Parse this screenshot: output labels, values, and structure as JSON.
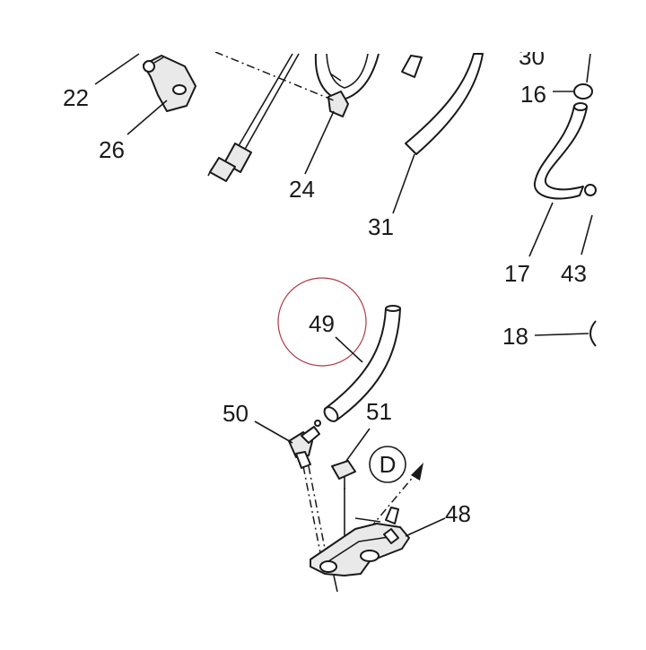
{
  "diagram": {
    "callouts": {
      "p22": "22",
      "p26": "26",
      "p24": "24",
      "p31": "31",
      "p30": "30",
      "p16": "16",
      "p17": "17",
      "p43": "43",
      "p18": "18",
      "p49": "49",
      "p50": "50",
      "p51": "51",
      "p48": "48",
      "pD": "D"
    },
    "highlight_color": "#b03a4a",
    "line_color": "#1a1a1a"
  }
}
